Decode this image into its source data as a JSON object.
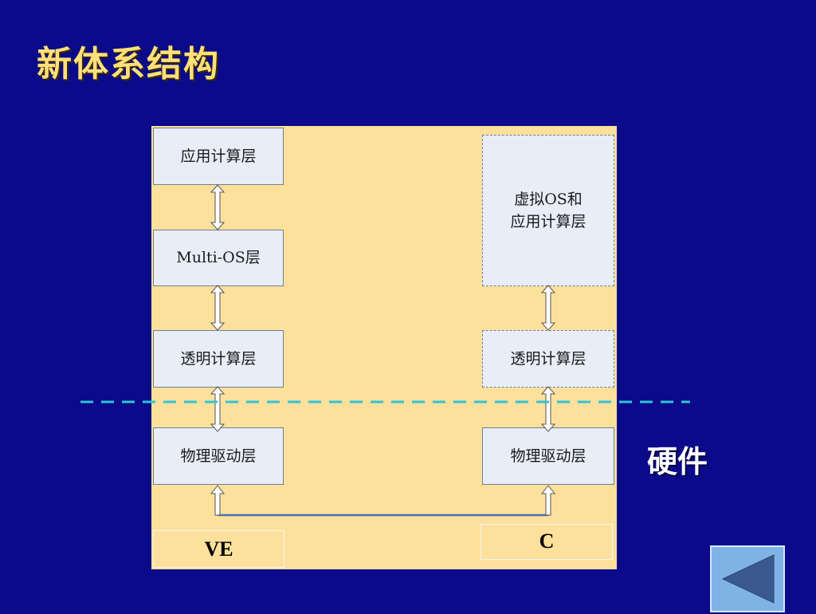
{
  "slide": {
    "title": "新体系结构",
    "hardware_label": "硬件"
  },
  "diagram": {
    "left_stack": {
      "app_layer": "应用计算层",
      "multi_os_layer": "Multi-OS层",
      "transparent_layer": "透明计算层",
      "driver_layer": "物理驱动层",
      "label": "VE"
    },
    "right_stack": {
      "virtual_os_line1": "虚拟OS和",
      "virtual_os_line2": "应用计算层",
      "transparent_layer": "透明计算层",
      "driver_layer": "物理驱动层",
      "label": "C"
    }
  },
  "colors": {
    "background": "#0a0a8a",
    "title": "#ffe07a",
    "panel": "#fde09b",
    "box_fill": "#e9edf8",
    "divider": "#2ec4d8",
    "connector": "#4a74b8"
  },
  "icons": {
    "nav": "back-triangle-icon"
  }
}
